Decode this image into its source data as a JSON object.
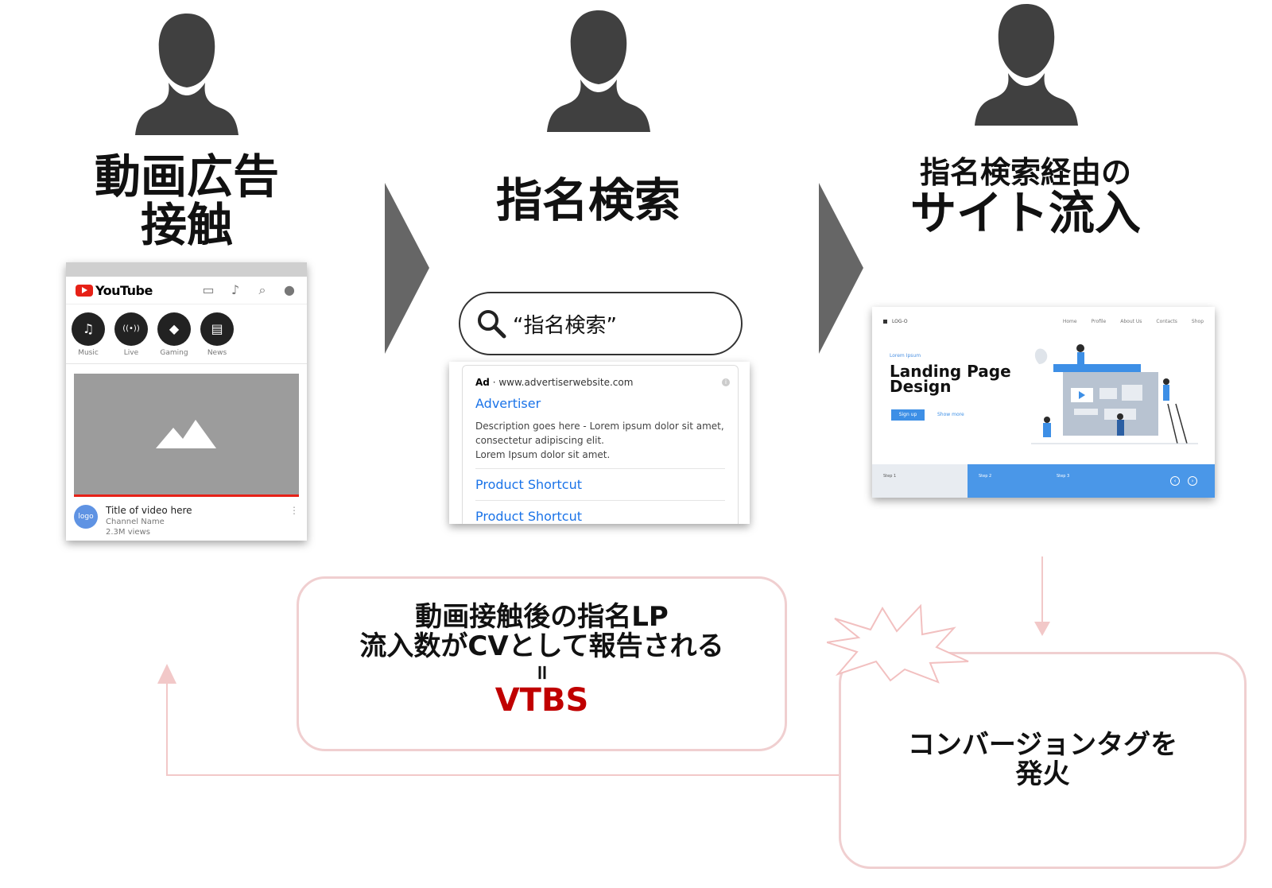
{
  "steps": [
    {
      "title_line1": "動画広告",
      "title_line2": "接触"
    },
    {
      "title_line1": "指名検索"
    },
    {
      "title_line1": "指名検索経由の",
      "title_line2": "サイト流入"
    }
  ],
  "youtube": {
    "logo": "YouTube",
    "categories": [
      {
        "label": "Music",
        "icon": "music-icon",
        "glyph": "♫"
      },
      {
        "label": "Live",
        "icon": "live-icon",
        "glyph": "((•))"
      },
      {
        "label": "Gaming",
        "icon": "gamepad-icon",
        "glyph": "◆"
      },
      {
        "label": "News",
        "icon": "news-icon",
        "glyph": "▤"
      }
    ],
    "avatar_text": "logo",
    "video_title": "Title of video here",
    "channel": "Channel Name",
    "views": "2.3M views"
  },
  "search": {
    "query": "“指名検索”",
    "ad_label": "Ad",
    "ad_url": " · www.advertiserwebsite.com",
    "ad_title": "Advertiser",
    "ad_desc_1": "Description goes here - Lorem ipsum dolor sit amet,",
    "ad_desc_2": "consectetur adipiscing elit.",
    "ad_desc_3": "Lorem Ipsum dolor sit amet.",
    "shortcut_1": "Product Shortcut",
    "shortcut_2": "Product Shortcut"
  },
  "landing": {
    "logo": "LOG-O",
    "menu": [
      "Home",
      "Profile",
      "About Us",
      "Contacts",
      "Shop"
    ],
    "eyebrow": "Lorem Ipsum",
    "title_1": "Landing Page",
    "title_2": "Design",
    "signup": "Sign up",
    "show_more": "Show more",
    "steps": [
      "Step 1",
      "Step 2",
      "Step 3"
    ]
  },
  "vtbs_box": {
    "line1": "動画接触後の指名LP",
    "line2": "流入数がCVとして報告される",
    "equals": "=",
    "label": "VTBS"
  },
  "conversion_box": {
    "line1": "コンバージョンタグを",
    "line2": "発火"
  },
  "colors": {
    "arrow": "#666666",
    "box_border": "#f0cfd0",
    "flow_line": "#f2c8c8",
    "vtbs": "#c00000"
  }
}
